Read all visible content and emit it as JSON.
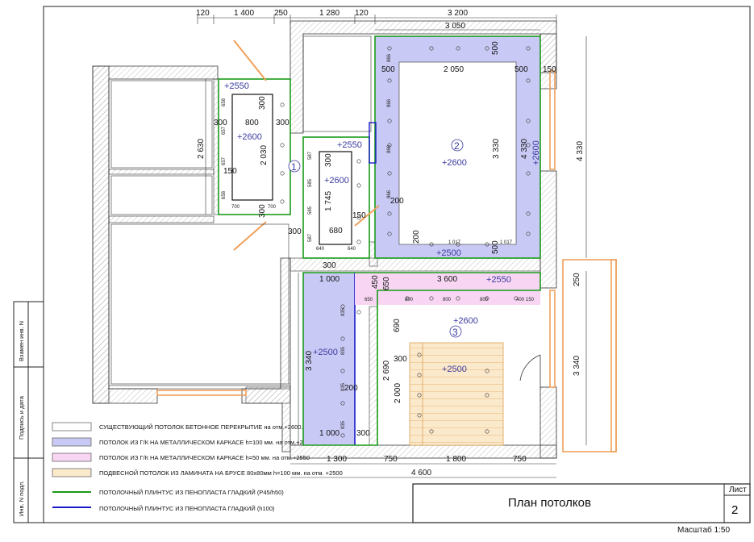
{
  "title_block": {
    "title": "План потолков",
    "sheet_label": "Лист",
    "sheet_number": "2",
    "scale": "Масштаб 1:50"
  },
  "side_stamp": [
    "Взамен инв. N",
    "Подпись и дата",
    "Инв. N подл."
  ],
  "legend": [
    {
      "kind": "box",
      "color": "#ffffff",
      "text": "СУЩЕСТВУЮЩИЙ  ПОТОЛОК БЕТОННОЕ ПЕРЕКРЫТИЕ на отм.+2600."
    },
    {
      "kind": "box",
      "color": "#c9c9f5",
      "text": "ПОТОЛОК ИЗ Г/К НА МЕТАЛЛИЧЕСКОМ КАРКАСЕ h=100 мм.  на отм.+2500"
    },
    {
      "kind": "box",
      "color": "#f8d6f3",
      "text": "ПОТОЛОК ИЗ Г/К НА МЕТАЛЛИЧЕСКОМ КАРКАСЕ h=50 мм.  на отм.+2550"
    },
    {
      "kind": "box",
      "color": "#fbe9cc",
      "text": "ПОДВЕСНОЙ ПОТОЛОК ИЗ ЛАМИНАТА НА БРУСЕ 80х80мм    h=100 мм. на отм. +2500"
    },
    {
      "kind": "line",
      "color": "#1a9a1a",
      "text": "ПОТОЛОЧНЫЙ ПЛИНТУС ИЗ ПЕНОПЛАСТА ГЛАДКИЙ (P45/h50)"
    },
    {
      "kind": "line",
      "color": "#1a1acc",
      "text": "ПОТОЛОЧНЫЙ ПЛИНТУС ИЗ ПЕНОПЛАСТА ГЛАДКИЙ (h100)"
    }
  ],
  "colors": {
    "blue_fill": "#c9c9f5",
    "pink_fill": "#f8d6f3",
    "wood_fill": "#fbe9cc",
    "plinth_green": "#1a9a1a",
    "plinth_blue": "#1a1acc",
    "window_orange": "#f0a05a"
  },
  "top_dims": [
    "120",
    "1 400",
    "250",
    "1 280",
    "120",
    "3 200",
    "3 050"
  ],
  "bottom_dims": [
    "1 300",
    "750",
    "1 800",
    "750",
    "4 600"
  ],
  "room_marks": [
    "1",
    "2",
    "3"
  ],
  "levels": {
    "r1_a": "+2550",
    "r1_b": "+2600",
    "r1c_a": "+2550",
    "r1c_b": "+2600",
    "r2_a": "+2600",
    "r2_b": "+2600",
    "r2_c": "+2500",
    "r3_a": "+2550",
    "r3_b": "+2600",
    "r3_c": "+2500",
    "r3_d": "+2500"
  },
  "dims": {
    "d2630": "2 630",
    "d300a": "300",
    "d300b": "300",
    "d300c": "300",
    "d800": "800",
    "d2030": "2 030",
    "d150a": "150",
    "d300d": "300",
    "d658a": "658",
    "d657a": "657",
    "d657b": "657",
    "d658b": "658",
    "d700a": "700",
    "d700b": "700",
    "d300e": "300",
    "d1745": "1 745",
    "d680": "680",
    "d150b": "150",
    "d300f": "300",
    "d300g": "300",
    "d587a": "587",
    "d585a": "585",
    "d585b": "585",
    "d587b": "587",
    "d640a": "640",
    "d640b": "640",
    "d2050": "2 050",
    "d500a": "500",
    "d500b": "500",
    "d500c": "500",
    "d500d": "500",
    "d150c": "150",
    "d3330": "3 330",
    "d4330a": "4 330",
    "d4330b": "4 330",
    "d200a": "200",
    "d200b": "200",
    "d866a": "866",
    "d866b": "866",
    "d866c": "866",
    "d866d": "866",
    "d1017a": "1 017",
    "d1017b": "1 017",
    "d1000a": "1 000",
    "d450": "450",
    "d650a": "650",
    "d3600": "3 600",
    "d650b": "650",
    "d800a": "800",
    "d800b": "800",
    "d800c": "800",
    "d400": "400",
    "d150d": "150",
    "d3340a": "3 340",
    "d835a": "835",
    "d835b": "835",
    "d835c": "835",
    "d835d": "835",
    "d200c": "200",
    "d1000b": "1 000",
    "d300h": "300",
    "d690": "690",
    "d2690": "2 690",
    "d2000": "2 000",
    "d300i": "300",
    "d250": "250",
    "d3340b": "3 340"
  }
}
